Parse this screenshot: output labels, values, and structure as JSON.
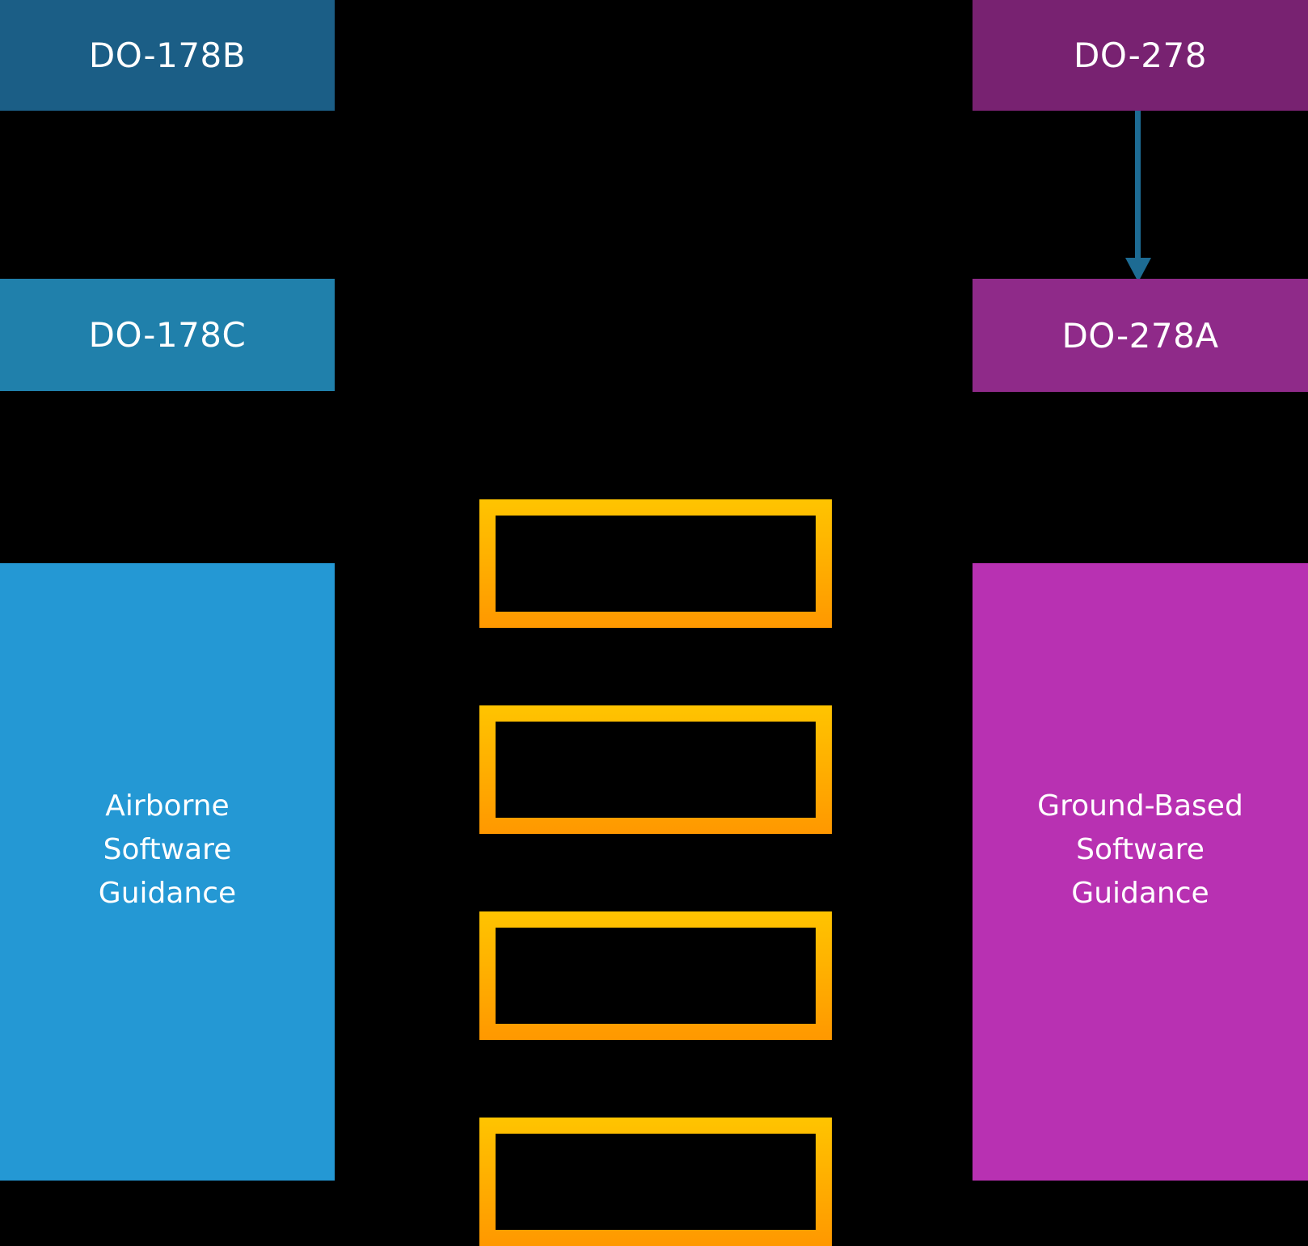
{
  "diagram": {
    "background": "#000000",
    "text_color": "#ffffff",
    "left_column": {
      "top_box": {
        "label": "DO-178B",
        "color": "#1b5e86"
      },
      "middle_box": {
        "label": "DO-178C",
        "color": "#2080ab"
      },
      "bottom_box": {
        "label": "Airborne Software Guidance",
        "lines": [
          "Airborne",
          "Software",
          "Guidance"
        ],
        "color": "#2498d4"
      }
    },
    "right_column": {
      "top_box": {
        "label": "DO-278",
        "color": "#782271"
      },
      "middle_box": {
        "label": "DO-278A",
        "color": "#8f2a89"
      },
      "bottom_box": {
        "label": "Ground-Based Software Guidance",
        "lines": [
          "Ground-Based",
          "Software",
          "Guidance"
        ],
        "color": "#b831b2"
      },
      "arrow": {
        "color": "#1d6b93"
      }
    },
    "center_column": {
      "placeholder_count": 4,
      "border_gradient_top": "#ffc400",
      "border_gradient_bottom": "#ff9800",
      "fill": "#000000"
    }
  }
}
